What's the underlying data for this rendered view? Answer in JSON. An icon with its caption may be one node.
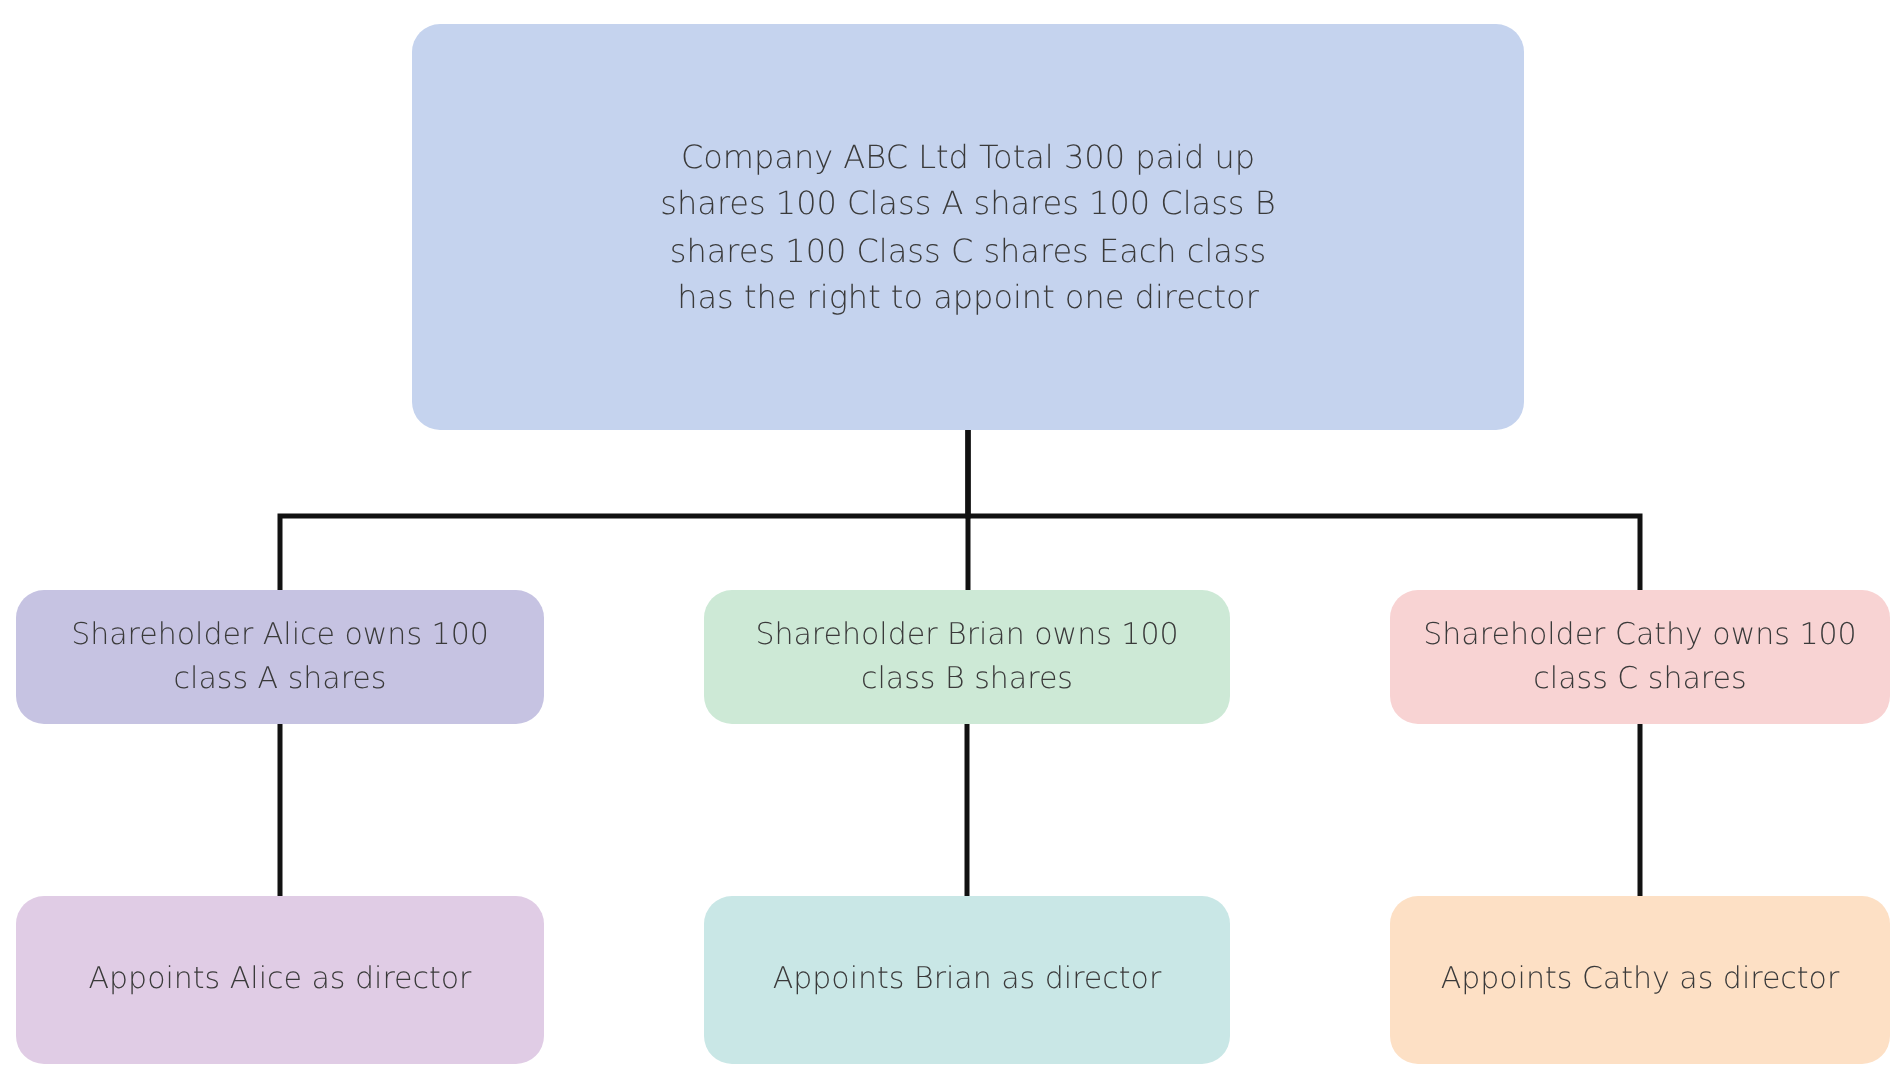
{
  "diagram": {
    "nodes": [
      {
        "text": [
          "Company ABC Ltd Total 300 paid up shares 100 Class A shares 100 Class B shares 100 Class C shares Each class has the right to appoint one director"
        ]
      },
      {
        "text": [
          "Shareholder Alice owns 100 class A shares"
        ]
      },
      {
        "text": [
          "Shareholder Brian owns 100 class B shares"
        ]
      },
      {
        "text": [
          "Shareholder Cathy owns 100 class C shares"
        ]
      },
      {
        "text": [
          "Appoints Alice as director"
        ]
      },
      {
        "text": [
          "Appoints Brian as director"
        ]
      },
      {
        "text": [
          "Appoints Cathy as director"
        ]
      }
    ],
    "edges": [
      {
        "from": 0,
        "to": 1,
        "arrow": "none"
      },
      {
        "from": 0,
        "to": 2,
        "arrow": "none"
      },
      {
        "from": 0,
        "to": 3,
        "arrow": "none"
      },
      {
        "from": 1,
        "to": 4,
        "arrow": "none"
      },
      {
        "from": 2,
        "to": 5,
        "arrow": "none"
      },
      {
        "from": 3,
        "to": 6,
        "arrow": "none"
      }
    ]
  }
}
